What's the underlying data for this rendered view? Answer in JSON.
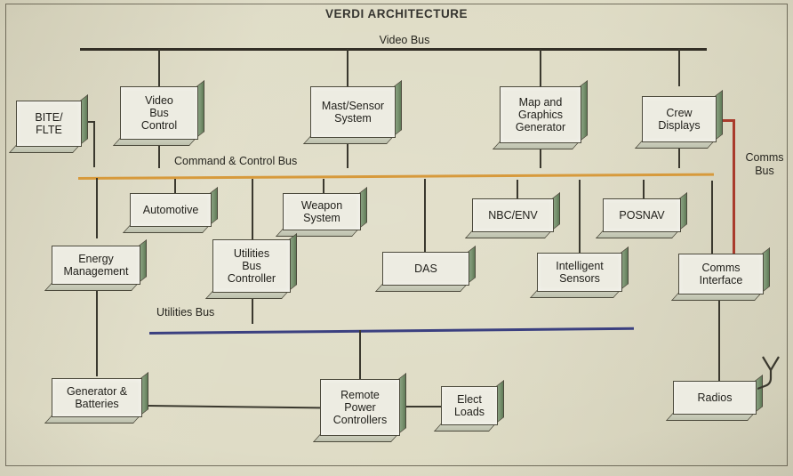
{
  "title": "VERDI ARCHITECTURE",
  "colors": {
    "background": "#dedbc4",
    "box_face": "#edece2",
    "box_side": "#77906d",
    "outline": "#4c4a3c",
    "video_bus": "#332f26",
    "command_control_bus": "#d79a3c",
    "utilities_bus": "#3b4080",
    "comms_bus": "#a93b2c"
  },
  "buses": [
    {
      "id": "video-bus",
      "label": "Video Bus",
      "color": "#332f26"
    },
    {
      "id": "command-control-bus",
      "label": "Command & Control Bus",
      "color": "#d79a3c"
    },
    {
      "id": "utilities-bus",
      "label": "Utilities Bus",
      "color": "#3b4080"
    },
    {
      "id": "comms-bus",
      "label": "Comms\nBus",
      "color": "#a93b2c"
    }
  ],
  "nodes": [
    {
      "id": "bite-flte",
      "label": "BITE/\nFLTE"
    },
    {
      "id": "video-bus-control",
      "label": "Video\nBus\nControl"
    },
    {
      "id": "mast-sensor-system",
      "label": "Mast/Sensor\nSystem"
    },
    {
      "id": "map-graphics-generator",
      "label": "Map and\nGraphics\nGenerator"
    },
    {
      "id": "crew-displays",
      "label": "Crew\nDisplays"
    },
    {
      "id": "automotive",
      "label": "Automotive"
    },
    {
      "id": "weapon-system",
      "label": "Weapon\nSystem"
    },
    {
      "id": "nbc-env",
      "label": "NBC/ENV"
    },
    {
      "id": "posnav",
      "label": "POSNAV"
    },
    {
      "id": "energy-management",
      "label": "Energy\nManagement"
    },
    {
      "id": "utilities-bus-controller",
      "label": "Utilities\nBus\nController"
    },
    {
      "id": "das",
      "label": "DAS"
    },
    {
      "id": "intelligent-sensors",
      "label": "Intelligent\nSensors"
    },
    {
      "id": "comms-interface",
      "label": "Comms\nInterface"
    },
    {
      "id": "generator-batteries",
      "label": "Generator &\nBatteries"
    },
    {
      "id": "remote-power-controllers",
      "label": "Remote\nPower\nControllers"
    },
    {
      "id": "elect-loads",
      "label": "Elect\nLoads"
    },
    {
      "id": "radios",
      "label": "Radios"
    }
  ]
}
